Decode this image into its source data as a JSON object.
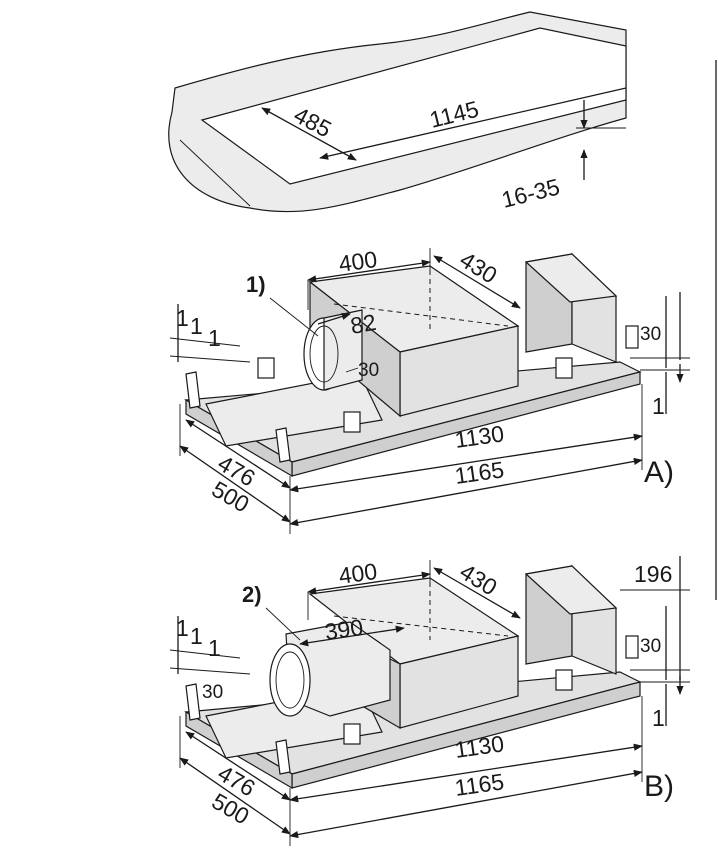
{
  "cutout": {
    "depth": "485",
    "width": "1145",
    "thickness": "16-35"
  },
  "unit_a": {
    "label": "A)",
    "callout": "1)",
    "hood_width": "400",
    "hood_depth": "430",
    "outlet_diameter": "82",
    "outlet_height": "30",
    "left_edge_1": "1",
    "left_edge_2": "1",
    "left_edge_3": "1",
    "side_height": "30",
    "bottom_step": "1",
    "inner_depth": "476",
    "outer_depth": "500",
    "inner_width": "1130",
    "outer_width": "1165"
  },
  "unit_b": {
    "label": "B)",
    "callout": "2)",
    "hood_width": "400",
    "hood_depth": "430",
    "duct_length": "390",
    "duct_height": "30",
    "total_height": "196",
    "left_edge_1": "1",
    "left_edge_2": "1",
    "left_edge_3": "1",
    "side_height": "30",
    "bottom_step": "1",
    "inner_depth": "476",
    "outer_depth": "500",
    "inner_width": "1130",
    "outer_width": "1165"
  }
}
